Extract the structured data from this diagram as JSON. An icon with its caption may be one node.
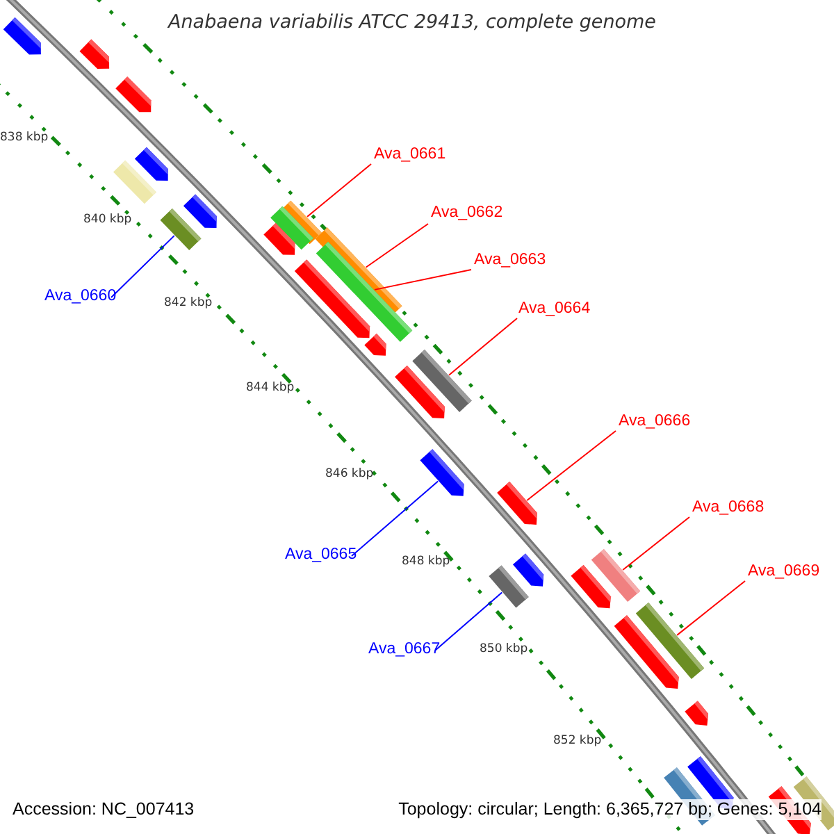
{
  "diagram": {
    "title": "Anabaena variabilis ATCC 29413, complete genome",
    "nodes": [
      {
        "text": [
          "Ava_0660"
        ]
      },
      {
        "text": [
          "Ava_0661"
        ]
      },
      {
        "text": [
          "Ava_0662"
        ]
      },
      {
        "text": [
          "Ava_0663"
        ]
      },
      {
        "text": [
          "Ava_0664"
        ]
      },
      {
        "text": [
          "Ava_0665"
        ]
      },
      {
        "text": [
          "Ava_0666"
        ]
      },
      {
        "text": [
          "Ava_0667"
        ]
      },
      {
        "text": [
          "Ava_0668"
        ]
      },
      {
        "text": [
          "Ava_0669"
        ]
      },
      {
        "text": [],
        "shape": "bar"
      },
      {
        "text": [],
        "shape": "bar"
      },
      {
        "text": [],
        "shape": "bar"
      },
      {
        "text": [],
        "shape": "bar"
      },
      {
        "text": [],
        "shape": "bar"
      },
      {
        "text": [],
        "shape": "bar"
      },
      {
        "text": [],
        "shape": "bar"
      },
      {
        "text": [],
        "shape": "bar"
      },
      {
        "text": [],
        "shape": "bar"
      },
      {
        "text": [],
        "shape": "bar"
      },
      {
        "text": [],
        "shape": "bar"
      },
      {
        "text": [],
        "shape": "bar"
      },
      {
        "text": [],
        "shape": "bar"
      },
      {
        "text": [],
        "shape": "bar"
      },
      {
        "text": [],
        "shape": "bar"
      },
      {
        "text": [],
        "shape": "bar"
      },
      {
        "text": [],
        "shape": "bar"
      },
      {
        "text": [],
        "shape": "bar"
      },
      {
        "text": [],
        "shape": "bar"
      },
      {
        "text": [],
        "shape": "bar"
      },
      {
        "text": [],
        "shape": "bar"
      },
      {
        "text": [],
        "shape": "bar"
      },
      {
        "text": [],
        "shape": "bar"
      },
      {
        "text": [],
        "shape": "bar"
      },
      {
        "text": [],
        "shape": "bar"
      },
      {
        "text": [],
        "shape": "bar"
      },
      {
        "text": [],
        "shape": "bar"
      },
      {
        "text": [],
        "shape": "bar"
      },
      {
        "text": [],
        "shape": "bar"
      }
    ],
    "edges": [
      {
        "from": 0,
        "to": 18,
        "arrow": "none",
        "color": "#0000ff"
      },
      {
        "from": 1,
        "to": 16,
        "arrow": "none"
      },
      {
        "from": 2,
        "to": 20,
        "arrow": "none"
      },
      {
        "from": 3,
        "to": 21,
        "arrow": "none"
      },
      {
        "from": 4,
        "to": 24,
        "arrow": "none"
      },
      {
        "from": 5,
        "to": 26,
        "arrow": "none",
        "color": "#0000ff"
      },
      {
        "from": 6,
        "to": 27,
        "arrow": "none"
      },
      {
        "from": 7,
        "to": 30,
        "arrow": "none",
        "color": "#0000ff"
      },
      {
        "from": 8,
        "to": 29,
        "arrow": "none"
      },
      {
        "from": 9,
        "to": 32,
        "arrow": "none"
      }
    ],
    "labels": [
      "838 kbp",
      "840 kbp",
      "842 kbp",
      "844 kbp",
      "846 kbp",
      "848 kbp",
      "850 kbp",
      "852 kbp",
      "Accession: NC_007413",
      "Topology: circular; Length: 6,365,727 bp; Genes: 5,104"
    ]
  }
}
